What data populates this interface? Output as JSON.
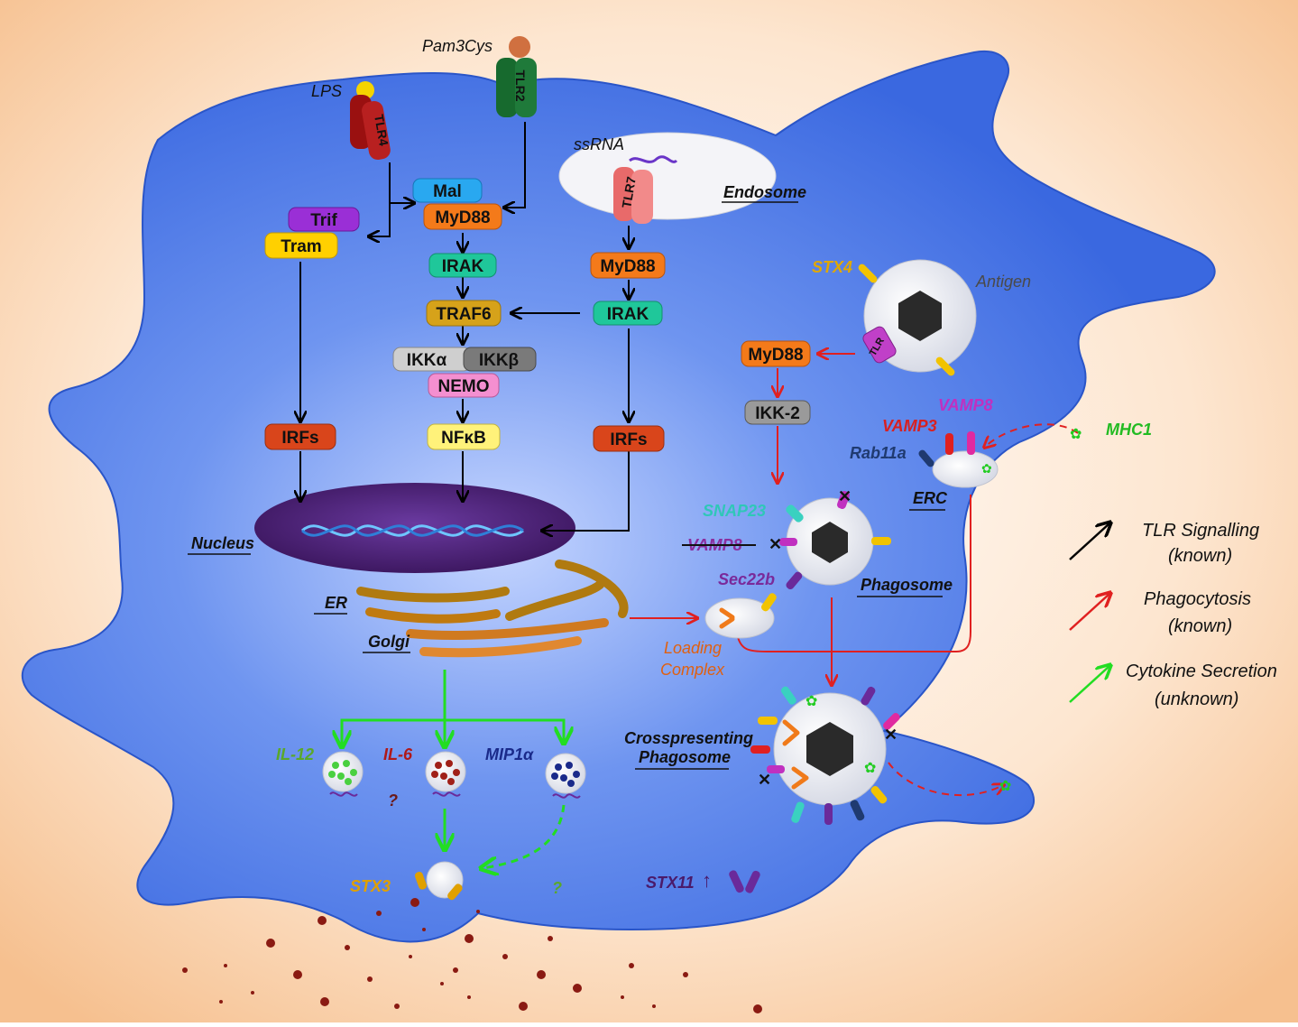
{
  "ligands": {
    "lps": "LPS",
    "pam3cys": "Pam3Cys",
    "ssrna": "ssRNA",
    "antigen": "Antigen"
  },
  "receptors": {
    "tlr4": "TLR4",
    "tlr2": "TLR2",
    "tlr7": "TLR7",
    "tlr": "TLR"
  },
  "molecules": {
    "mal": "Mal",
    "myd88_a": "MyD88",
    "trif": "Trif",
    "tram": "Tram",
    "irak_a": "IRAK",
    "traf6": "TRAF6",
    "ikka": "IKKα",
    "ikkb": "IKKβ",
    "nemo": "NEMO",
    "nfkb": "NFκB",
    "irfs_a": "IRFs",
    "myd88_b": "MyD88",
    "irak_b": "IRAK",
    "irfs_b": "IRFs",
    "myd88_c": "MyD88",
    "ikk2": "IKK-2"
  },
  "compartments": {
    "endosome": "Endosome",
    "nucleus": "Nucleus",
    "er": "ER",
    "golgi": "Golgi",
    "phagosome": "Phagosome",
    "erc": "ERC",
    "loading_complex_1": "Loading",
    "loading_complex_2": "Complex",
    "crosspresenting_1": "Crosspresenting",
    "crosspresenting_2": "Phagosome"
  },
  "snares": {
    "stx4": "STX4",
    "vamp8_top": "VAMP8",
    "vamp3": "VAMP3",
    "rab11a": "Rab11a",
    "mhc1": "MHC1",
    "snap23": "SNAP23",
    "vamp8_strike": "VAMP8",
    "sec22b": "Sec22b",
    "stx3": "STX3",
    "stx11": "STX11"
  },
  "cytokines": {
    "il12": "IL-12",
    "il6": "IL-6",
    "mip1a": "MIP1α",
    "q1": "?",
    "q2": "?"
  },
  "legend": [
    {
      "line1": "TLR Signalling",
      "line2": "(known)",
      "color": "#000000"
    },
    {
      "line1": "Phagocytosis",
      "line2": "(known)",
      "color": "#e02020"
    },
    {
      "line1": "Cytokine Secretion",
      "line2": "(unknown)",
      "color": "#22dd22"
    }
  ],
  "colors": {
    "cell": "#3b6ee8",
    "myd88": "#f47a1a",
    "irak": "#1fc79a",
    "traf6": "#d6a21a",
    "irfs": "#d9451b",
    "mal": "#29a8f0",
    "trif": "#9a2fd6",
    "tram": "#ffd000",
    "nemo": "#f48fd0",
    "nfkb": "#fff27a",
    "ikk": "#9a9a9a",
    "tlr4": "#b01818",
    "tlr2": "#1f7a3a",
    "tlr7": "#f07a7a",
    "tlr": "#c040c8"
  }
}
